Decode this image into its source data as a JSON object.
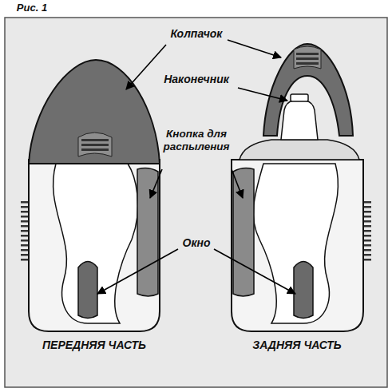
{
  "diagram": {
    "labels": [
      "Рис. 1",
      "Колпачок",
      "Наконечник",
      "Кнопка для распыления",
      "Окно",
      "ПЕРЕДНЯЯ ЧАСТЬ",
      "ЗАДНЯЯ ЧАСТЬ"
    ]
  }
}
